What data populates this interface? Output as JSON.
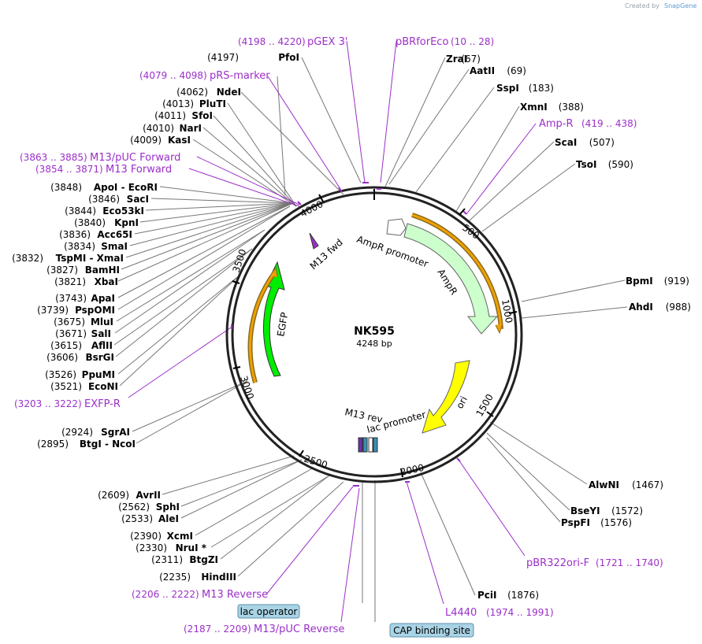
{
  "branding": {
    "created_by": "Created by",
    "app": "SnapGene"
  },
  "plasmid": {
    "name": "NK595",
    "length_label": "4248 bp"
  },
  "ruler": [
    "500",
    "1000",
    "1500",
    "2000",
    "2500",
    "3000",
    "3500",
    "4000"
  ],
  "features": {
    "ampr": "AmpR",
    "ampr_promoter": "AmpR promoter",
    "ori": "ori",
    "egfp": "EGFP",
    "m13_fwd": "M13 fwd",
    "m13_rev": "M13 rev",
    "lac_promoter": "lac promoter"
  },
  "right_sites": [
    {
      "pos": "(67)",
      "name": "ZraI"
    },
    {
      "pos": "(69)",
      "name": "AatII"
    },
    {
      "pos": "(183)",
      "name": "SspI"
    },
    {
      "pos": "(388)",
      "name": "XmnI"
    },
    {
      "pos": "(507)",
      "name": "ScaI"
    },
    {
      "pos": "(590)",
      "name": "TsoI"
    },
    {
      "pos": "(919)",
      "name": "BpmI"
    },
    {
      "pos": "(988)",
      "name": "AhdI"
    },
    {
      "pos": "(1467)",
      "name": "AlwNI"
    },
    {
      "pos": "(1572)",
      "name": "BseYI"
    },
    {
      "pos": "(1576)",
      "name": "PspFI"
    },
    {
      "pos": "(1876)",
      "name": "PciI"
    }
  ],
  "left_sites": [
    {
      "pos": "(4197)",
      "name": "PfoI"
    },
    {
      "pos": "(4062)",
      "name": "NdeI"
    },
    {
      "pos": "(4013)",
      "name": "PluTI"
    },
    {
      "pos": "(4011)",
      "name": "SfoI"
    },
    {
      "pos": "(4010)",
      "name": "NarI"
    },
    {
      "pos": "(4009)",
      "name": "KasI"
    },
    {
      "pos": "(3848)",
      "name": "ApoI - EcoRI"
    },
    {
      "pos": "(3846)",
      "name": "SacI"
    },
    {
      "pos": "(3844)",
      "name": "Eco53kI"
    },
    {
      "pos": "(3840)",
      "name": "KpnI"
    },
    {
      "pos": "(3836)",
      "name": "Acc65I"
    },
    {
      "pos": "(3834)",
      "name": "SmaI"
    },
    {
      "pos": "(3832)",
      "name": "TspMI - XmaI"
    },
    {
      "pos": "(3827)",
      "name": "BamHI"
    },
    {
      "pos": "(3821)",
      "name": "XbaI"
    },
    {
      "pos": "(3743)",
      "name": "ApaI"
    },
    {
      "pos": "(3739)",
      "name": "PspOMI"
    },
    {
      "pos": "(3675)",
      "name": "MluI"
    },
    {
      "pos": "(3671)",
      "name": "SalI"
    },
    {
      "pos": "(3615)",
      "name": "AflII"
    },
    {
      "pos": "(3606)",
      "name": "BsrGI"
    },
    {
      "pos": "(3526)",
      "name": "PpuMI"
    },
    {
      "pos": "(3521)",
      "name": "EcoNI"
    },
    {
      "pos": "(2924)",
      "name": "SgrAI"
    },
    {
      "pos": "(2895)",
      "name": "BtgI - NcoI"
    },
    {
      "pos": "(2609)",
      "name": "AvrII"
    },
    {
      "pos": "(2562)",
      "name": "SphI"
    },
    {
      "pos": "(2533)",
      "name": "AleI"
    },
    {
      "pos": "(2390)",
      "name": "XcmI"
    },
    {
      "pos": "(2330)",
      "name": "NruI *"
    },
    {
      "pos": "(2311)",
      "name": "BtgZI"
    },
    {
      "pos": "(2235)",
      "name": "HindIII"
    }
  ],
  "primers": [
    {
      "range": "(4198 .. 4220)",
      "name": "pGEX 3'"
    },
    {
      "range": "(10 .. 28)",
      "name": "pBRforEco"
    },
    {
      "range": "(4079 .. 4098)",
      "name": "pRS-marker"
    },
    {
      "range": "(419 .. 438)",
      "name": "Amp-R"
    },
    {
      "range": "(3863 .. 3885)",
      "name": "M13/pUC Forward"
    },
    {
      "range": "(3854 .. 3871)",
      "name": "M13 Forward"
    },
    {
      "range": "(3203 .. 3222)",
      "name": "EXFP-R"
    },
    {
      "range": "(1721 .. 1740)",
      "name": "pBR322ori-F"
    },
    {
      "range": "(1974 .. 1991)",
      "name": "L4440"
    },
    {
      "range": "(2206 .. 2222)",
      "name": "M13 Reverse"
    },
    {
      "range": "(2187 .. 2209)",
      "name": "M13/pUC Reverse"
    }
  ],
  "boxes": {
    "lac_operator": "lac operator",
    "cap_site": "CAP binding site"
  },
  "colors": {
    "purple": "#9b2fc9",
    "amp": "#ccffcc",
    "ori": "#ffff00",
    "egfp": "#00ee00",
    "primer_arrow": "#f0a000"
  }
}
